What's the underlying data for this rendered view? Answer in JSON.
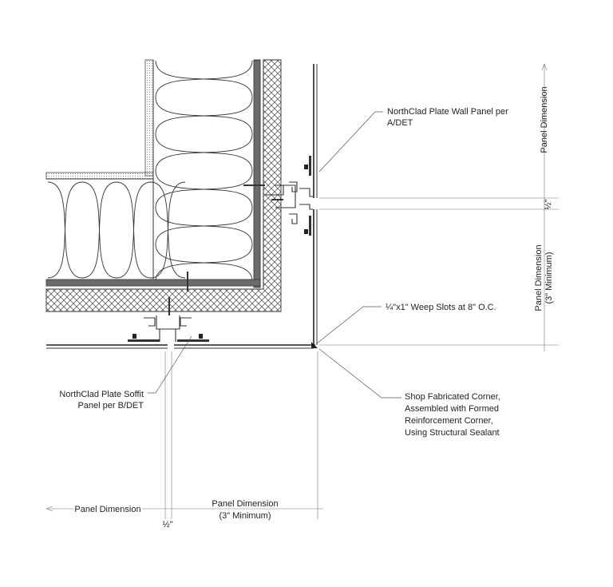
{
  "labels": {
    "wall_panel": [
      "NorthClad Plate Wall Panel per",
      "A/DET"
    ],
    "weep_slots": "¼\"x1\" Weep Slots at 8\" O.C.",
    "soffit_panel": [
      "NorthClad Plate Soffit",
      "Panel per B/DET"
    ],
    "corner": [
      "Shop Fabricated Corner,",
      "Assembled with Formed",
      "Reinforcement Corner,",
      "Using Structural Sealant"
    ]
  },
  "dimensions": {
    "right_top": "Panel Dimension",
    "right_gap": "½\"",
    "right_bottom": [
      "Panel Dimension",
      "(3\" Minimum)"
    ],
    "bottom_left": "Panel Dimension",
    "bottom_gap": "½\"",
    "bottom_right": [
      "Panel Dimension",
      "(3\" Minimum)"
    ]
  }
}
